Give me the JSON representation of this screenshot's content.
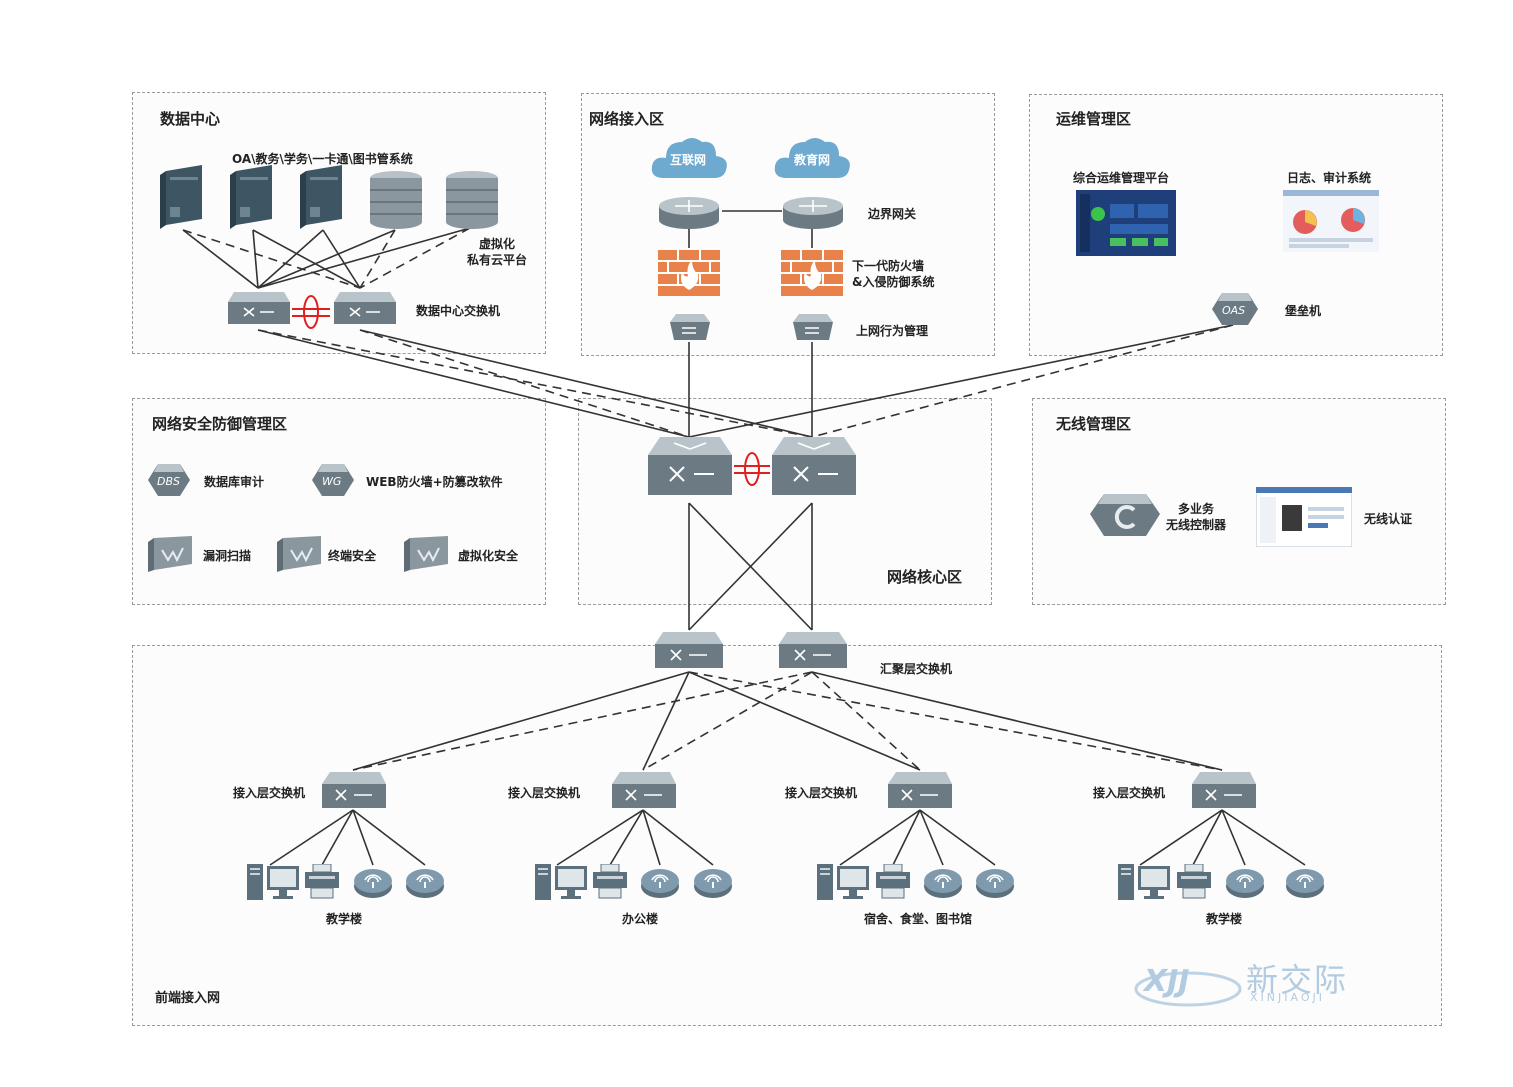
{
  "zones": {
    "datacenter": {
      "title": "数据中心",
      "servers_label": "OA\\教务\\学务\\一卡通\\图书管系统",
      "cloud_label": "虚拟化\n私有云平台",
      "switch_label": "数据中心交换机"
    },
    "access_zone": {
      "title": "网络接入区",
      "internet": "互联网",
      "edu": "教育网",
      "gateway": "边界网关",
      "firewall": "下一代防火墙\n&入侵防御系统",
      "behavior": "上网行为管理"
    },
    "ops": {
      "title": "运维管理区",
      "platform": "综合运维管理平台",
      "log": "日志、审计系统",
      "bastion": "堡垒机",
      "bastion_tag": "OAS"
    },
    "security": {
      "title": "网络安全防御管理区",
      "dbs": "数据库审计",
      "dbs_tag": "DBS",
      "wg": "WEB防火墙+防篡改软件",
      "wg_tag": "WG",
      "vuln": "漏洞扫描",
      "endpoint": "终端安全",
      "virt": "虚拟化安全"
    },
    "core": {
      "title": "网络核心区"
    },
    "wireless": {
      "title": "无线管理区",
      "controller": "多业务\n无线控制器",
      "auth": "无线认证"
    },
    "frontend": {
      "title": "前端接入网",
      "agg_label": "汇聚层交换机",
      "groups": [
        {
          "switch_label": "接入层交换机",
          "name": "教学楼"
        },
        {
          "switch_label": "接入层交换机",
          "name": "办公楼"
        },
        {
          "switch_label": "接入层交换机",
          "name": "宿舍、食堂、图书馆"
        },
        {
          "switch_label": "接入层交换机",
          "name": "教学楼"
        }
      ]
    }
  },
  "logo": {
    "cn": "新交际",
    "en": "XINJIAOJI",
    "mark": "XJJ"
  },
  "colors": {
    "switch": "#7f8c94",
    "firewall": "#e8814a",
    "cloud": "#6ea9cf",
    "line": "#333333",
    "redlink": "#e02020"
  }
}
